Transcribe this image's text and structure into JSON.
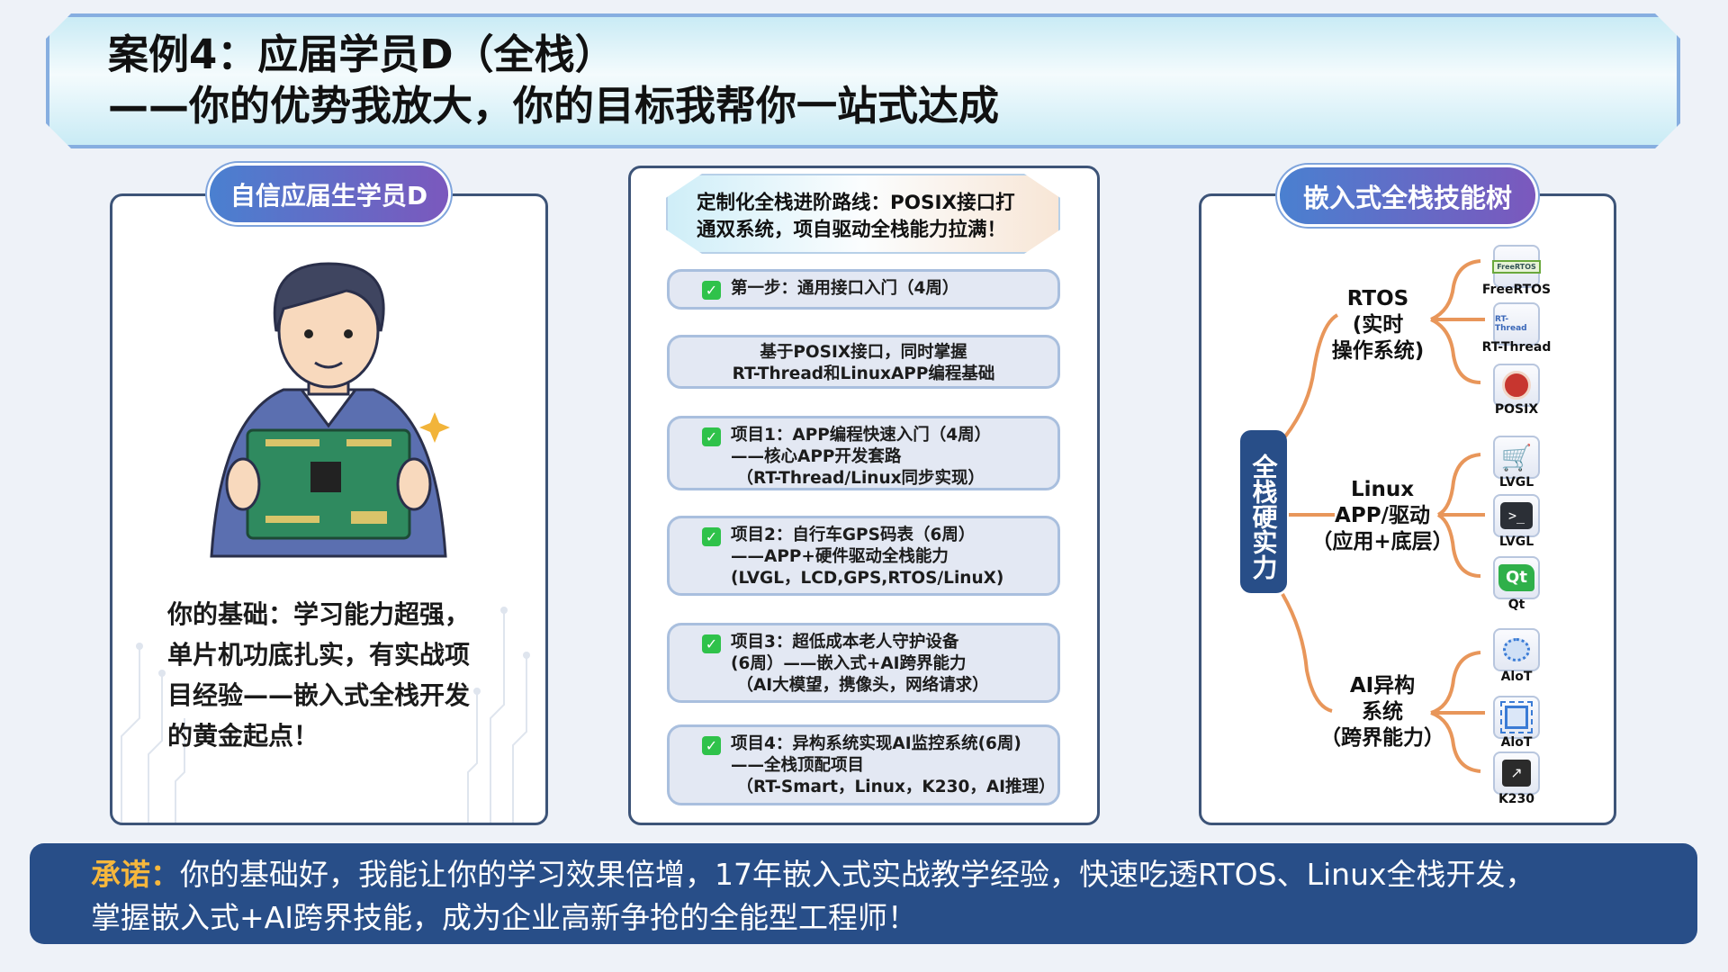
{
  "header": {
    "title_line1": "案例4：应届学员D（全栈）",
    "title_line2": "——你的优势我放大，你的目标我帮你一站式达成"
  },
  "left": {
    "badge": "自信应届生学员D",
    "intro_lines": [
      "你的基础：学习能力超强，",
      "单片机功底扎实，有实战项",
      "目经验——嵌入式全栈开发",
      "的黄金起点！"
    ]
  },
  "center": {
    "heading": "定制化全栈进阶路线：POSIX接口打\n通双系统，项自驱动全栈能力拉满！",
    "steps": [
      {
        "checked": true,
        "text": "第一步：通用接口入门（4周）"
      },
      {
        "checked": false,
        "text": "基于POSIX接口，同时掌握\nRT-Thread和LinuxAPP编程基础"
      },
      {
        "checked": true,
        "text": "项目1：APP编程快速入门（4周）\n——核心APP开发套路\n （RT-Thread/Linux同步实现）"
      },
      {
        "checked": true,
        "text": "项目2：自行车GPS码表（6周）\n——APP+硬件驱动全栈能力\n(LVGL，LCD,GPS,RTOS/LinuX)"
      },
      {
        "checked": true,
        "text": "项目3：超低成本老人守护设备\n(6周）——嵌入式+AI跨界能力\n （AI大模望，携像头，网络请求）"
      },
      {
        "checked": true,
        "text": "项目4：异构系统实现AI监控系统(6周)\n——全栈顶配项目\n （RT-Smart，Linux，K230，AI推理）"
      }
    ]
  },
  "right": {
    "badge": "嵌入式全栈技能树",
    "root": "全栈硬实力",
    "branches": [
      {
        "label": "RTOS\n(实时\n操作系统)",
        "items": [
          {
            "icon": "freertos-logo",
            "label": "FreeRTOS"
          },
          {
            "icon": "rt-thread-logo",
            "label": "RT-Thread"
          },
          {
            "icon": "posix-logo",
            "label": "POSIX"
          }
        ]
      },
      {
        "label": "Linux\nAPP/驱动\n（应用+底层）",
        "items": [
          {
            "icon": "cart-icon",
            "label": "LVGL"
          },
          {
            "icon": "terminal-icon",
            "label": "LVGL"
          },
          {
            "icon": "qt-logo",
            "label": "Qt"
          }
        ]
      },
      {
        "label": "AI异构\n系统\n（跨界能力）",
        "items": [
          {
            "icon": "ai-brain-icon",
            "label": "AloT"
          },
          {
            "icon": "chip-icon",
            "label": "AloT"
          },
          {
            "icon": "k230-chip-icon",
            "label": "K230"
          }
        ]
      }
    ],
    "line_color": "#e8965a"
  },
  "promise": {
    "lead": "承诺：",
    "line1": "你的基础好，我能让你的学习效果倍增，17年嵌入式实战教学经验，快速吃透RTOS、Linux全栈开发，",
    "line2": "掌握嵌入式+AI跨界技能，成为企业高新争抢的全能型工程师！"
  },
  "colors": {
    "accent_orange": "#f6b73c",
    "navy": "#284e88",
    "badge_start": "#4a80d0",
    "badge_end": "#7b58bd",
    "check_green": "#2fc24a"
  }
}
